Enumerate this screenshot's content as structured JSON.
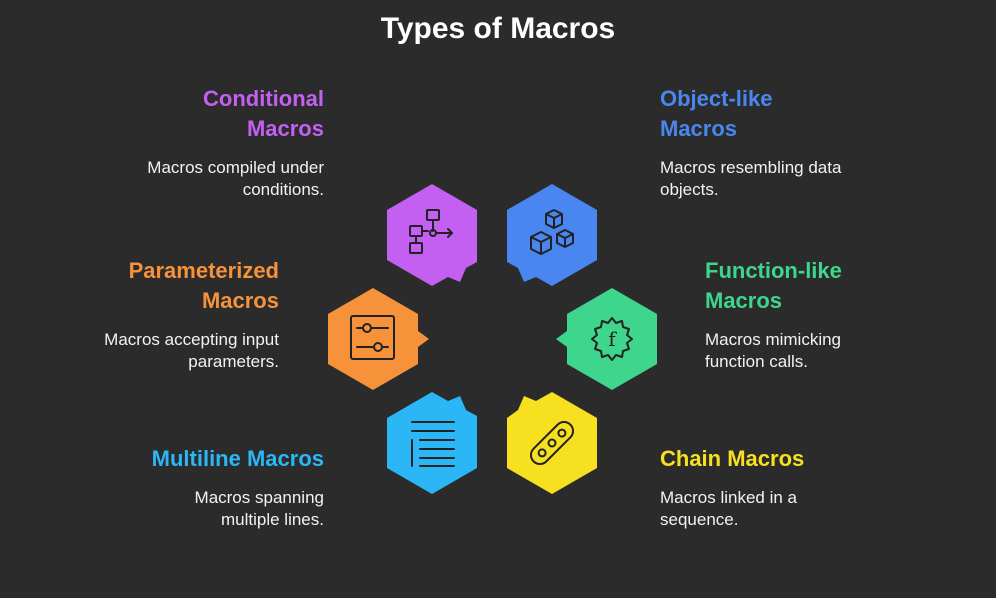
{
  "title": "Types of Macros",
  "items": [
    {
      "id": "conditional",
      "label": "Conditional\nMacros",
      "description": "Macros compiled under\nconditions.",
      "color": "#c360f2",
      "icon": "flowchart-icon"
    },
    {
      "id": "object",
      "label": "Object-like\nMacros",
      "description": "Macros resembling data\nobjects.",
      "color": "#4a86f0",
      "icon": "cubes-icon"
    },
    {
      "id": "parameterized",
      "label": "Parameterized\nMacros",
      "description": "Macros accepting input\nparameters.",
      "color": "#f5923a",
      "icon": "sliders-icon"
    },
    {
      "id": "function",
      "label": "Function-like\nMacros",
      "description": "Macros mimicking\nfunction calls.",
      "color": "#3dd68c",
      "icon": "function-gear-icon"
    },
    {
      "id": "multiline",
      "label": "Multiline Macros",
      "description": "Macros spanning\nmultiple lines.",
      "color": "#2bb6f5",
      "icon": "text-lines-icon"
    },
    {
      "id": "chain",
      "label": "Chain Macros",
      "description": "Macros linked in a\nsequence.",
      "color": "#f7e01f",
      "icon": "chain-link-icon"
    }
  ]
}
